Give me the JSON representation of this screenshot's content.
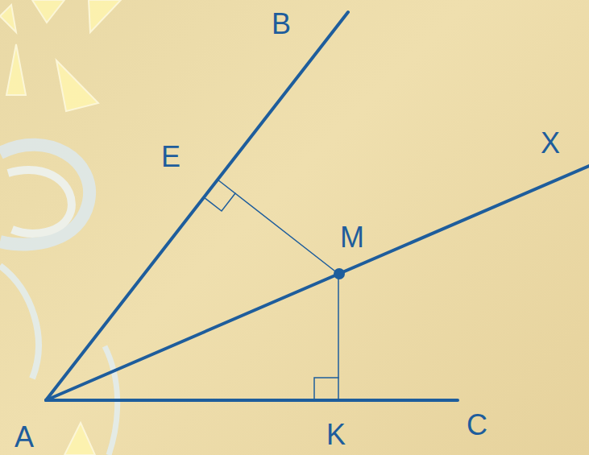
{
  "diagram": {
    "labels": [
      "B",
      "E",
      "X",
      "M",
      "A",
      "K",
      "C"
    ]
  }
}
